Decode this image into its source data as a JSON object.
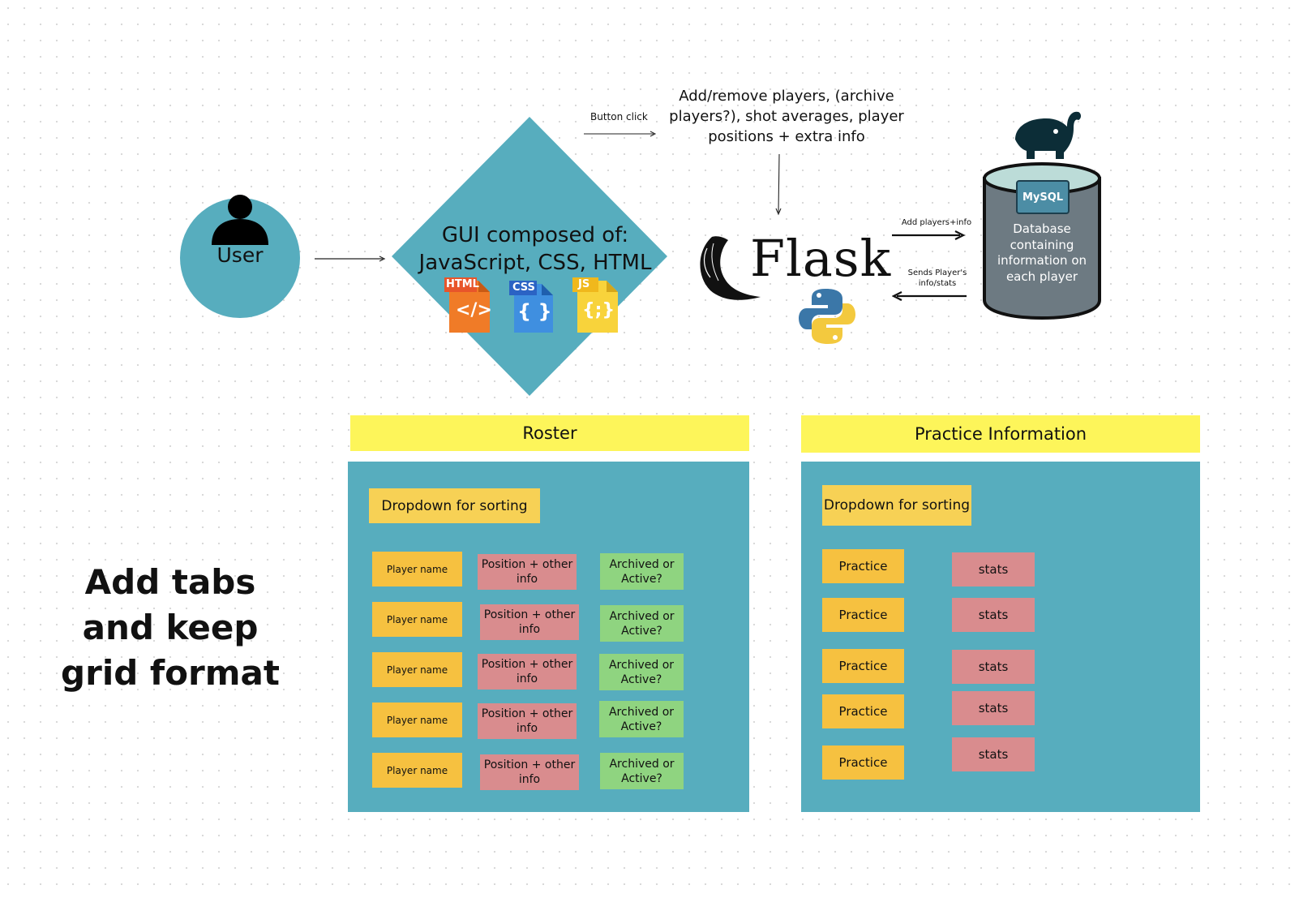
{
  "user": {
    "label": "User"
  },
  "gui": {
    "label_line1": "GUI composed of:",
    "label_line2": "JavaScript, CSS, HTML",
    "html_badge": "HTML",
    "css_badge": "CSS",
    "js_badge": "JS",
    "html_glyph": "</>",
    "css_glyph": "{ }",
    "js_glyph": "{;}"
  },
  "button_click": "Button click",
  "flask_note": "Add/remove players, (archive players?), shot averages, player positions + extra info",
  "flask": {
    "word": "Flask"
  },
  "arrows": {
    "add_players": "Add players+info",
    "sends_player": "Sends Player's info/stats"
  },
  "database": {
    "badge": "MySQL",
    "text": "Database containing information on each player"
  },
  "roster": {
    "title": "Roster",
    "dropdown": "Dropdown for sorting",
    "rows": [
      {
        "name": "Player name",
        "position": "Position + other info",
        "status": "Archived or Active?"
      },
      {
        "name": "Player name",
        "position": "Position + other info",
        "status": "Archived or Active?"
      },
      {
        "name": "Player name",
        "position": "Position + other info",
        "status": "Archived or Active?"
      },
      {
        "name": "Player name",
        "position": "Position + other info",
        "status": "Archived or Active?"
      },
      {
        "name": "Player name",
        "position": "Position + other info",
        "status": "Archived or Active?"
      }
    ]
  },
  "practice": {
    "title": "Practice Information",
    "dropdown": "Dropdown for sorting",
    "rows": [
      {
        "practice": "Practice",
        "stats": "stats"
      },
      {
        "practice": "Practice",
        "stats": "stats"
      },
      {
        "practice": "Practice",
        "stats": "stats"
      },
      {
        "practice": "Practice",
        "stats": "stats"
      },
      {
        "practice": "Practice",
        "stats": "stats"
      }
    ]
  },
  "note": "Add tabs and keep grid format",
  "colors": {
    "teal": "#57adbe",
    "yellow_header": "#fdf55a",
    "orange_cell": "#f6c140",
    "pink_cell": "#d98c8e",
    "green_cell": "#8fd480",
    "db_body": "#6d7a82"
  }
}
